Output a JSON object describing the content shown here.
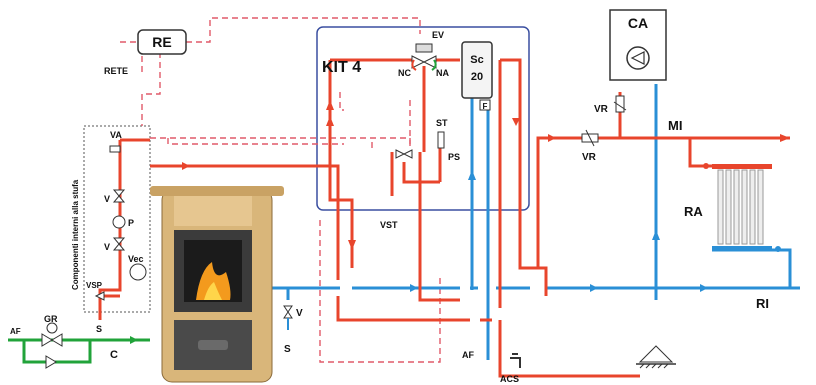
{
  "labels": {
    "re": "RE",
    "rete": "RETE",
    "kit": "KIT 4",
    "ev": "EV",
    "nc": "NC",
    "na": "NA",
    "sc": "Sc",
    "sc_num": "20",
    "f": "F",
    "st": "ST",
    "ps": "PS",
    "vst": "VST",
    "ca": "CA",
    "vr_top": "VR",
    "vr_mid": "VR",
    "mi": "MI",
    "ra": "RA",
    "ri": "RI",
    "va": "VA",
    "v1": "V",
    "p": "P",
    "v2": "V",
    "vec": "Vec",
    "vsp": "VSP",
    "s_left": "S",
    "gr": "GR",
    "af_left": "AF",
    "c": "C",
    "v_right": "V",
    "s_right": "S",
    "af_bottom": "AF",
    "acs": "ACS",
    "stove_components": "Componenti interni alla stufa"
  },
  "colors": {
    "hot": "#e8452c",
    "cold": "#2a8fd6",
    "green": "#21a33a",
    "dash_red": "#e05a6a",
    "box_blue": "#3a4fa0",
    "stove_body": "#d9b67a",
    "stove_dark": "#3b3b3b",
    "fire": "#f39a1d"
  }
}
